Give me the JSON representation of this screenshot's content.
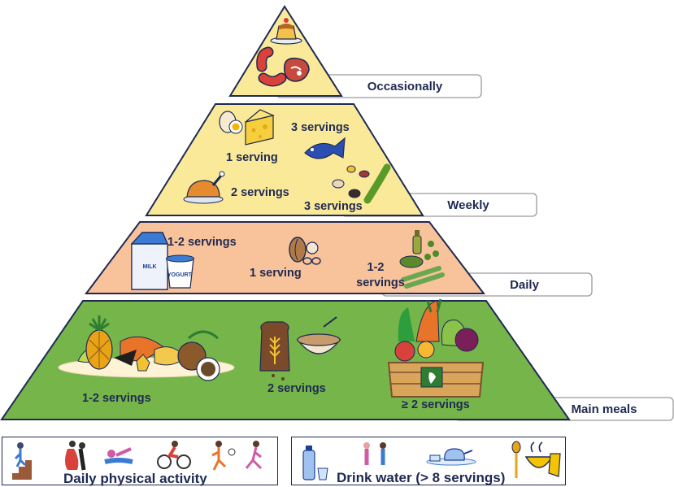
{
  "tiers": {
    "occasionally": {
      "label": "Occasionally"
    },
    "weekly": {
      "label": "Weekly",
      "servings": [
        "3 servings",
        "1 serving",
        "2 servings",
        "3 servings"
      ]
    },
    "daily": {
      "label": "Daily",
      "servings": [
        "1-2 servings",
        "1 serving",
        "1-2",
        "servings"
      ]
    },
    "main_meals": {
      "label": "Main meals",
      "servings": [
        "1-2 servings",
        "2 servings",
        "≥ 2 servings"
      ]
    }
  },
  "icon_text": {
    "milk": "MILK",
    "yogurt": "YOGURT"
  },
  "bottom": {
    "activity": "Daily physical activity",
    "water": "Drink water (> 8 servings)"
  },
  "colors": {
    "yellow_tier": "#fbe99a",
    "peach_tier": "#f8c29b",
    "green_tier": "#76b54a",
    "outline": "#1f2a52"
  }
}
